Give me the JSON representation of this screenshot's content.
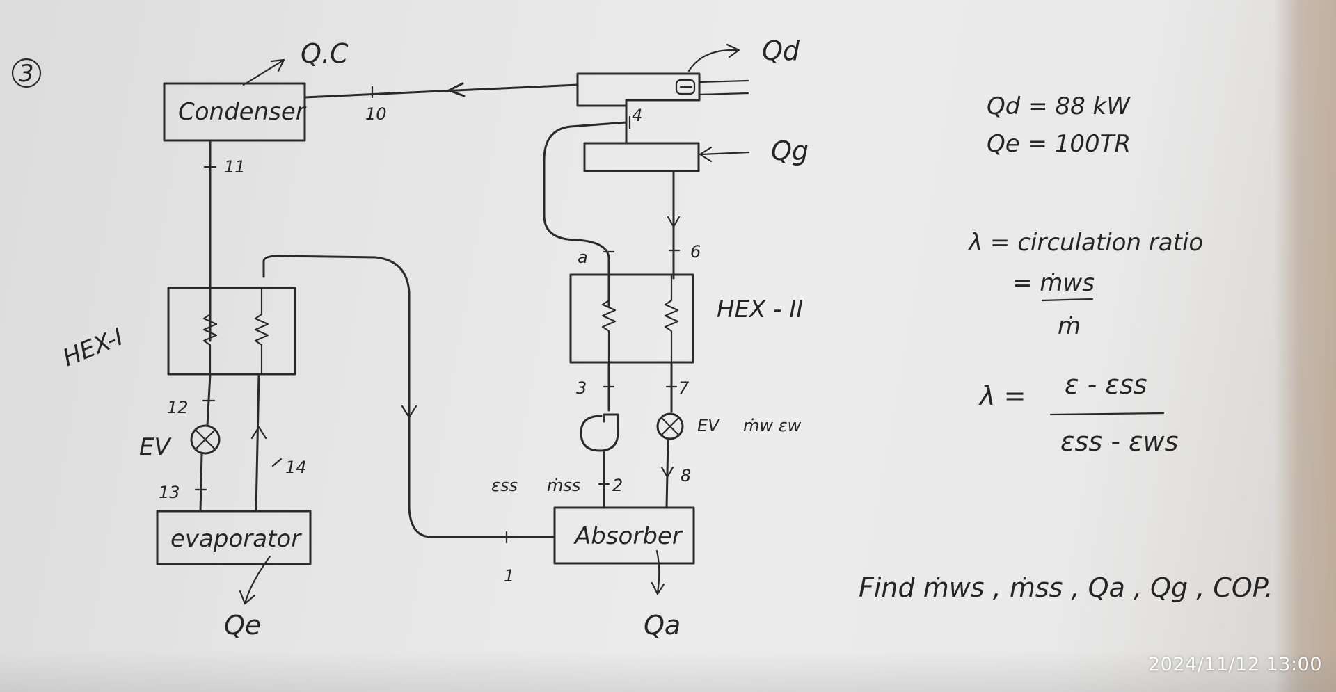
{
  "problem_number": "3",
  "components": {
    "condenser": "Condenser",
    "evaporator": "evaporator",
    "absorber": "Absorber",
    "hex1": "HEX-I",
    "hex2": "HEX - II",
    "ev_left": "EV",
    "ev_right": "EV",
    "mw_ew": "ṁw εw",
    "ess": "εss",
    "mss": "ṁss"
  },
  "heat_labels": {
    "qc": "Q.C",
    "qd": "Qd",
    "qg": "Qg",
    "qe": "Qe",
    "qa": "Qa"
  },
  "state_points": [
    "10",
    "11",
    "4",
    "a",
    "6",
    "3",
    "7",
    "2",
    "8",
    "1",
    "12",
    "13",
    "14"
  ],
  "given": {
    "qd": "Qd = 88 kW",
    "qe": "Qe = 100TR",
    "lambda_def": "λ = circulation ratio",
    "lambda_eq_num": "= ṁws",
    "lambda_eq_den": "ṁ",
    "lambda_formula_lhs": "λ =",
    "lambda_formula_num": "ε - εss",
    "lambda_formula_den": "εss - εws"
  },
  "task": "Find ṁws , ṁss , Qa , Qg , COP.",
  "timestamp": "2024/11/12 13:00"
}
